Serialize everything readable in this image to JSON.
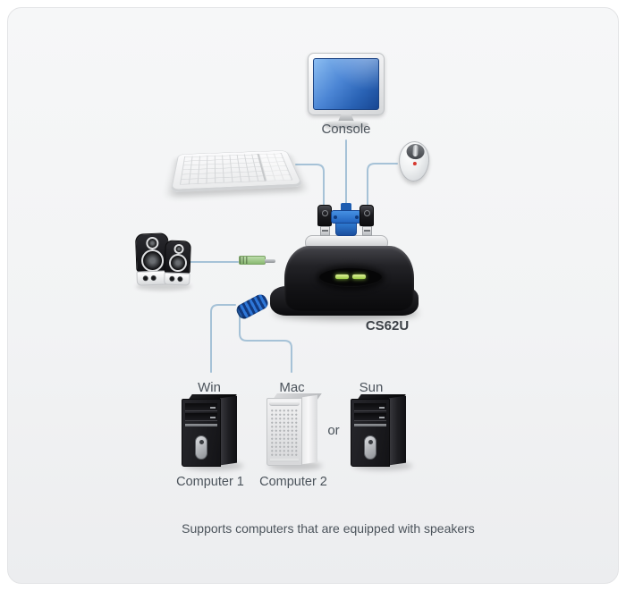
{
  "labels": {
    "console": "Console",
    "model": "CS62U",
    "or": "or",
    "footnote": "Supports computers that are equipped with speakers"
  },
  "computers": [
    {
      "os": "Win",
      "name": "Computer 1",
      "style": "black-tower"
    },
    {
      "os": "Mac",
      "name": "Computer 2",
      "style": "silver-tower"
    },
    {
      "os": "Sun",
      "style": "black-tower"
    }
  ],
  "device": {
    "model": "CS62U",
    "led_count": 2
  },
  "peripherals": [
    "monitor",
    "keyboard",
    "mouse",
    "speakers"
  ],
  "connectors": [
    "usb-connector",
    "vga-connector",
    "usb-connector",
    "audio-plug",
    "usb-cable"
  ],
  "colors": {
    "line": "#a6c2d7",
    "led_green": "#9ccb46",
    "vga_blue": "#2e79d0",
    "usb_cable_blue": "#2e77d8",
    "audio_plug_green": "#9fcf8a",
    "panel_bg": "#f2f3f4",
    "label_text": "#4b535b"
  }
}
